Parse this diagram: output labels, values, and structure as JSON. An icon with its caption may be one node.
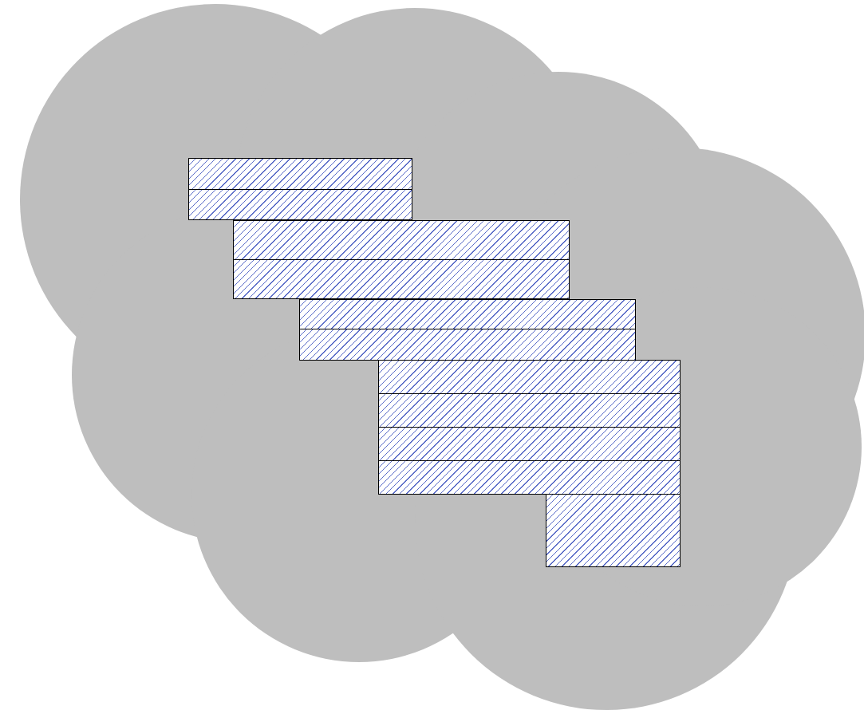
{
  "diagram": {
    "nodes": [
      {
        "text": [],
        "shape": "cloud"
      },
      {
        "text": [],
        "shape": "box",
        "in": 0
      },
      {
        "text": [],
        "shape": "box",
        "in": 0
      },
      {
        "text": [],
        "shape": "box",
        "in": 0
      },
      {
        "text": [],
        "shape": "box",
        "in": 0
      },
      {
        "text": [],
        "shape": "box",
        "in": 0
      },
      {
        "text": [],
        "shape": "box",
        "in": 0
      },
      {
        "text": [],
        "shape": "box",
        "in": 0
      },
      {
        "text": [],
        "shape": "box",
        "in": 0
      },
      {
        "text": [],
        "shape": "box",
        "in": 0
      },
      {
        "text": [],
        "shape": "box",
        "in": 0
      },
      {
        "text": [],
        "shape": "box",
        "in": 0
      }
    ]
  }
}
